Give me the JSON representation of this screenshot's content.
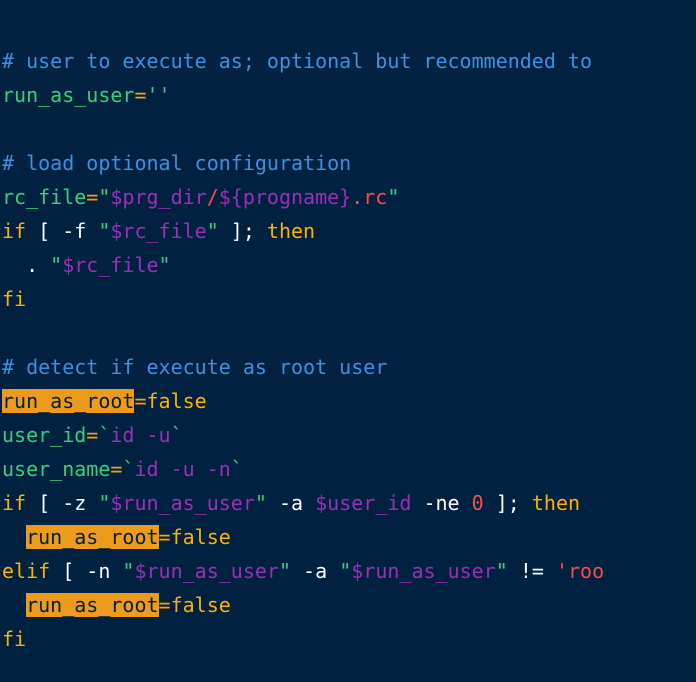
{
  "editor": {
    "background": "#002240",
    "lines": [
      {
        "tokens": [
          {
            "text": "# user to execute as; optional but recommended to",
            "cls": "c-comment"
          }
        ]
      },
      {
        "tokens": [
          {
            "text": "run_as_user",
            "cls": "c-green2"
          },
          {
            "text": "=",
            "cls": "c-op"
          },
          {
            "text": "''",
            "cls": "c-green2"
          }
        ]
      },
      {
        "tokens": []
      },
      {
        "tokens": [
          {
            "text": "# load optional configuration",
            "cls": "c-comment"
          }
        ]
      },
      {
        "tokens": [
          {
            "text": "rc_file",
            "cls": "c-green2"
          },
          {
            "text": "=",
            "cls": "c-op"
          },
          {
            "text": "\"",
            "cls": "c-green2"
          },
          {
            "text": "$prg_dir",
            "cls": "c-shvar"
          },
          {
            "text": "/",
            "cls": "c-red"
          },
          {
            "text": "${progname}",
            "cls": "c-shvar"
          },
          {
            "text": ".rc",
            "cls": "c-red"
          },
          {
            "text": "\"",
            "cls": "c-green2"
          }
        ]
      },
      {
        "tokens": [
          {
            "text": "if",
            "cls": "c-kw"
          },
          {
            "text": " [ -f ",
            "cls": "c-plain"
          },
          {
            "text": "\"",
            "cls": "c-green2"
          },
          {
            "text": "$rc_file",
            "cls": "c-shvar"
          },
          {
            "text": "\"",
            "cls": "c-green2"
          },
          {
            "text": " ]; ",
            "cls": "c-plain"
          },
          {
            "text": "then",
            "cls": "c-kw"
          }
        ]
      },
      {
        "tokens": [
          {
            "text": "  . ",
            "cls": "c-plain"
          },
          {
            "text": "\"",
            "cls": "c-green2"
          },
          {
            "text": "$rc_file",
            "cls": "c-shvar"
          },
          {
            "text": "\"",
            "cls": "c-green2"
          }
        ]
      },
      {
        "tokens": [
          {
            "text": "fi",
            "cls": "c-kw"
          }
        ]
      },
      {
        "tokens": []
      },
      {
        "tokens": [
          {
            "text": "# detect if execute as root user",
            "cls": "c-comment"
          }
        ]
      },
      {
        "tokens": [
          {
            "text": "run_as_root",
            "cls": "c-hlvar"
          },
          {
            "text": "=",
            "cls": "c-op"
          },
          {
            "text": "false",
            "cls": "c-kw"
          }
        ]
      },
      {
        "tokens": [
          {
            "text": "user_id",
            "cls": "c-green2"
          },
          {
            "text": "=",
            "cls": "c-op"
          },
          {
            "text": "`",
            "cls": "c-green2"
          },
          {
            "text": "id -u",
            "cls": "c-shvar"
          },
          {
            "text": "`",
            "cls": "c-green2"
          }
        ]
      },
      {
        "tokens": [
          {
            "text": "user_name",
            "cls": "c-green2"
          },
          {
            "text": "=",
            "cls": "c-op"
          },
          {
            "text": "`",
            "cls": "c-green2"
          },
          {
            "text": "id -u -n",
            "cls": "c-shvar"
          },
          {
            "text": "`",
            "cls": "c-green2"
          }
        ]
      },
      {
        "tokens": [
          {
            "text": "if",
            "cls": "c-kw"
          },
          {
            "text": " [ -z ",
            "cls": "c-plain"
          },
          {
            "text": "\"",
            "cls": "c-green2"
          },
          {
            "text": "$run_as_user",
            "cls": "c-shvar"
          },
          {
            "text": "\"",
            "cls": "c-green2"
          },
          {
            "text": " -a ",
            "cls": "c-plain"
          },
          {
            "text": "$user_id",
            "cls": "c-shvar"
          },
          {
            "text": " -ne ",
            "cls": "c-plain"
          },
          {
            "text": "0",
            "cls": "c-red"
          },
          {
            "text": " ]; ",
            "cls": "c-plain"
          },
          {
            "text": "then",
            "cls": "c-kw"
          }
        ]
      },
      {
        "tokens": [
          {
            "text": "  ",
            "cls": "c-plain"
          },
          {
            "text": "run_as_root",
            "cls": "c-hlvar"
          },
          {
            "text": "=",
            "cls": "c-op"
          },
          {
            "text": "false",
            "cls": "c-kw"
          }
        ]
      },
      {
        "tokens": [
          {
            "text": "elif",
            "cls": "c-kw"
          },
          {
            "text": " [ -n ",
            "cls": "c-plain"
          },
          {
            "text": "\"",
            "cls": "c-green2"
          },
          {
            "text": "$run_as_user",
            "cls": "c-shvar"
          },
          {
            "text": "\"",
            "cls": "c-green2"
          },
          {
            "text": " -a ",
            "cls": "c-plain"
          },
          {
            "text": "\"",
            "cls": "c-green2"
          },
          {
            "text": "$run_as_user",
            "cls": "c-shvar"
          },
          {
            "text": "\"",
            "cls": "c-green2"
          },
          {
            "text": " != ",
            "cls": "c-plain"
          },
          {
            "text": "'roo",
            "cls": "c-red"
          }
        ]
      },
      {
        "tokens": [
          {
            "text": "  ",
            "cls": "c-plain"
          },
          {
            "text": "run_as_root",
            "cls": "c-hlvar"
          },
          {
            "text": "=",
            "cls": "c-op"
          },
          {
            "text": "false",
            "cls": "c-kw"
          }
        ]
      },
      {
        "tokens": [
          {
            "text": "fi",
            "cls": "c-kw"
          }
        ]
      }
    ]
  }
}
